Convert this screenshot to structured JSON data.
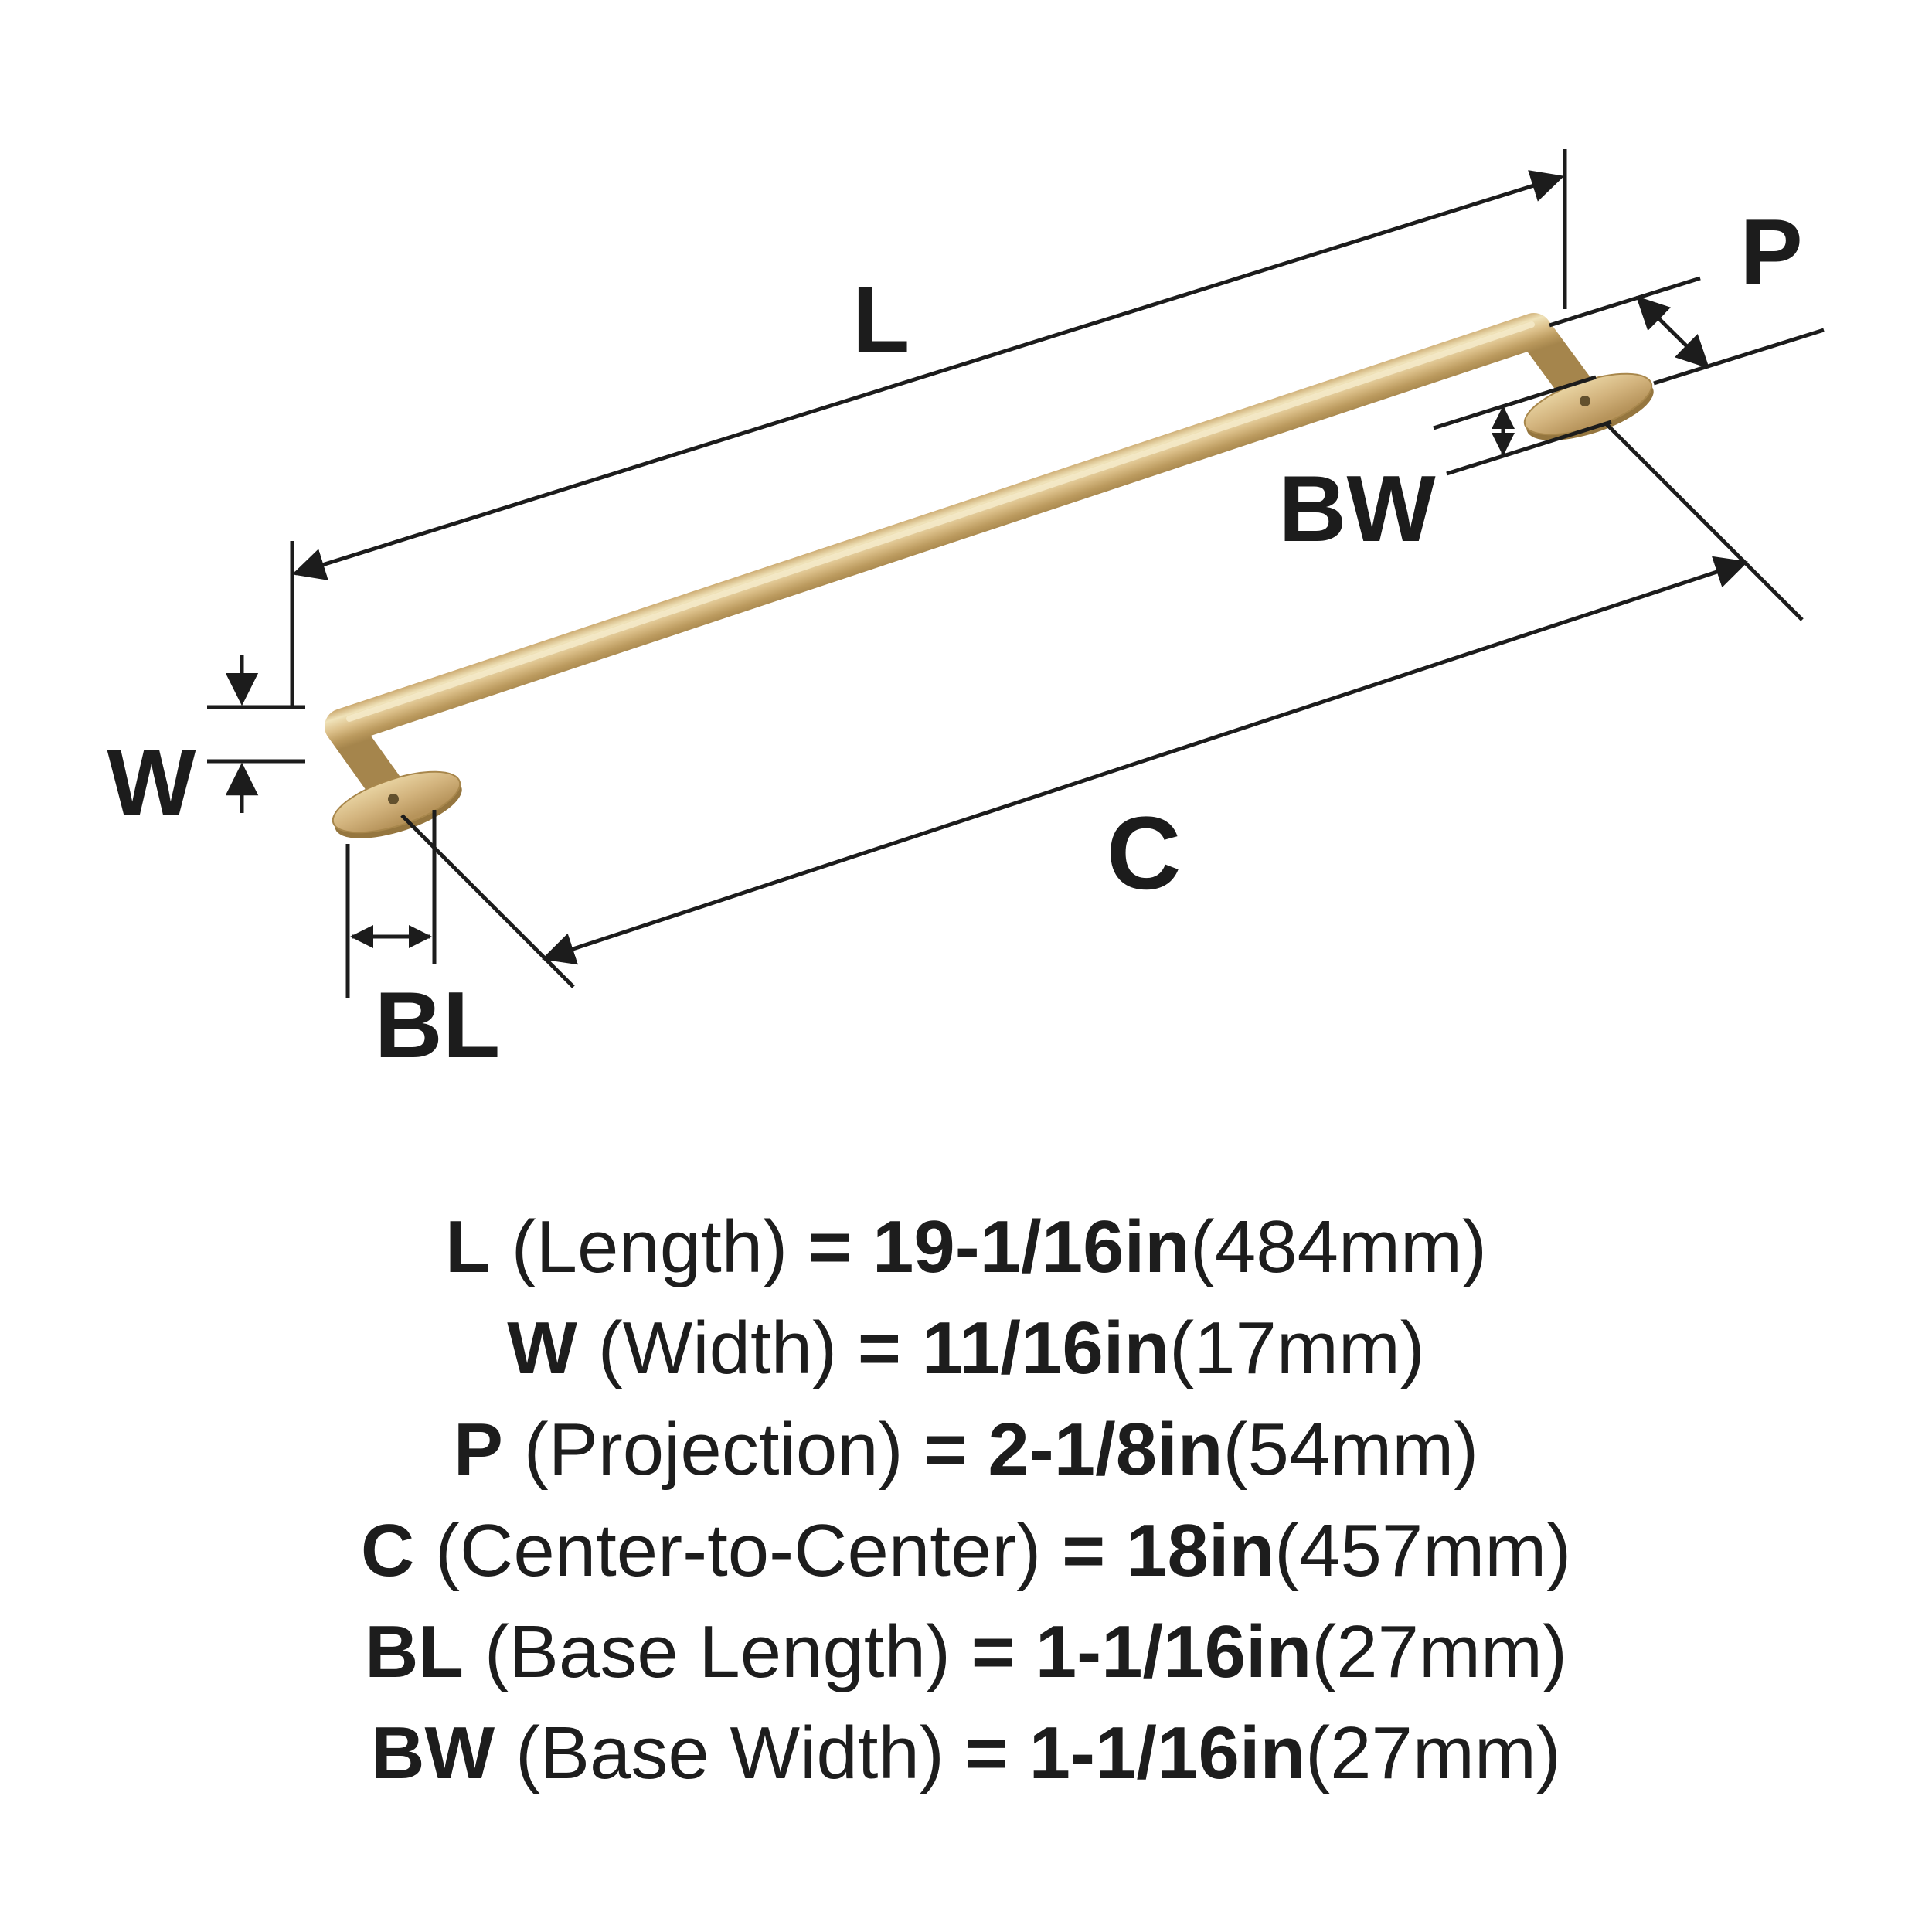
{
  "diagram": {
    "labels": {
      "L": "L",
      "W": "W",
      "P": "P",
      "C": "C",
      "BL": "BL",
      "BW": "BW"
    },
    "colors": {
      "handle_gold": "#d9bc85",
      "handle_gold_light": "#f0e3ba",
      "handle_gold_dark": "#a5854c",
      "line": "#1c1c1c",
      "background": "#ffffff"
    }
  },
  "specs": [
    {
      "key": "L",
      "name": "(Length)",
      "eq": "=",
      "value": "19-1/16in",
      "metric": "(484mm)"
    },
    {
      "key": "W",
      "name": "(Width)",
      "eq": "=",
      "value": "11/16in",
      "metric": "(17mm)"
    },
    {
      "key": "P",
      "name": "(Projection)",
      "eq": "=",
      "value": "2-1/8in",
      "metric": "(54mm)"
    },
    {
      "key": "C",
      "name": "(Center-to-Center)",
      "eq": "=",
      "value": "18in",
      "metric": "(457mm)"
    },
    {
      "key": "BL",
      "name": "(Base Length)",
      "eq": "=",
      "value": "1-1/16in",
      "metric": "(27mm)"
    },
    {
      "key": "BW",
      "name": "(Base Width)",
      "eq": "=",
      "value": "1-1/16in",
      "metric": "(27mm)"
    }
  ]
}
